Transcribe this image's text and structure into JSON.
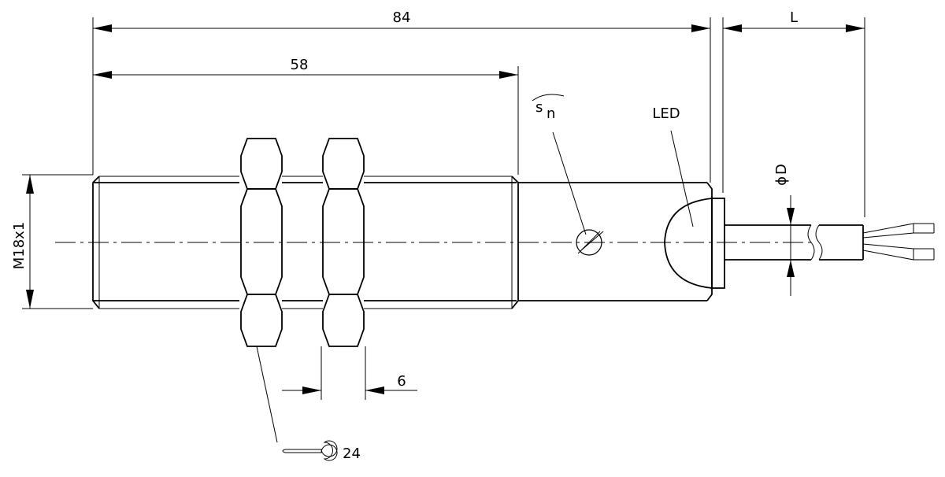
{
  "dimensions": {
    "overall_length": "84",
    "thread_length": "58",
    "cable_length": "L",
    "nut_thickness": "6",
    "thread_size": "M18x1",
    "cable_diameter": "D",
    "diameter_symbol": "ϕ",
    "wrench_size": "24"
  },
  "labels": {
    "led": "LED",
    "sensing_distance_s": "s",
    "sensing_distance_sub": "n"
  }
}
